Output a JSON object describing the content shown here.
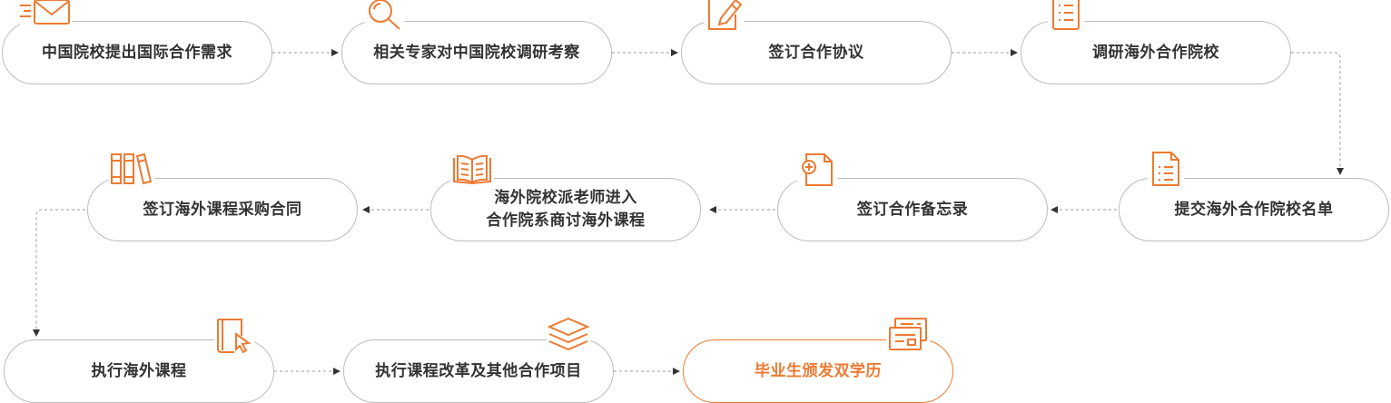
{
  "accent_color": "#ee7a32",
  "steps": [
    {
      "label": "中国院校提出国际合作需求",
      "icon": "envelope-icon"
    },
    {
      "label": "相关专家对中国院校调研考察",
      "icon": "magnifier-icon"
    },
    {
      "label": "签订合作协议",
      "icon": "pen-document-icon"
    },
    {
      "label": "调研海外合作院校",
      "icon": "checklist-icon"
    },
    {
      "label": "提交海外合作院校名单",
      "icon": "document-list-icon"
    },
    {
      "label": "签订合作备忘录",
      "icon": "document-plus-icon"
    },
    {
      "label": "海外院校派老师进入\n合作院系商讨海外课程",
      "icon": "open-book-icon"
    },
    {
      "label": "签订海外课程采购合同",
      "icon": "books-icon"
    },
    {
      "label": "执行海外课程",
      "icon": "book-cursor-icon"
    },
    {
      "label": "执行课程改革及其他合作项目",
      "icon": "layers-icon"
    },
    {
      "label": "毕业生颁发双学历",
      "icon": "certificate-icon"
    }
  ]
}
